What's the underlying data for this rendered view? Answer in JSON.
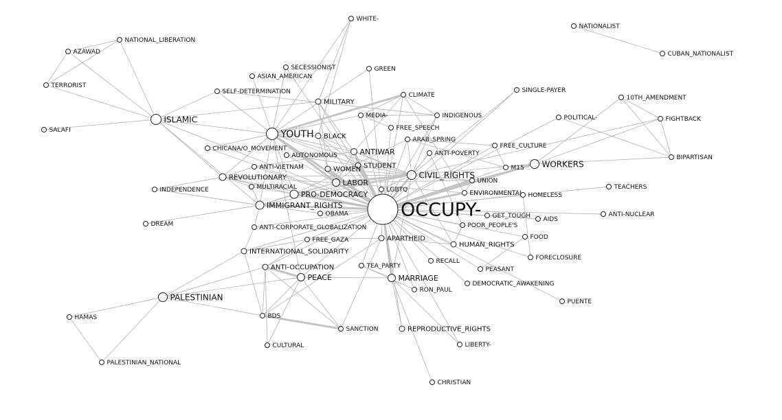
{
  "graph": {
    "type": "network",
    "nodes": [
      {
        "id": "OCCUPY-",
        "label": "OCCUPY-"
      },
      {
        "id": "WHITE-",
        "label": "WHITE-"
      },
      {
        "id": "NATIONALIST",
        "label": "NATIONALIST"
      },
      {
        "id": "CUBAN_NATIONALIST",
        "label": "CUBAN_NATIONALIST"
      },
      {
        "id": "NATIONAL_LIBERATION",
        "label": "NATIONAL_LIBERATION"
      },
      {
        "id": "AZAWAD",
        "label": "AZAWAD"
      },
      {
        "id": "TERRORIST",
        "label": "TERRORIST"
      },
      {
        "id": "SALAFI",
        "label": "SALAFI"
      },
      {
        "id": "ISLAMIC",
        "label": "ISLAMIC"
      },
      {
        "id": "SECESSIONIST",
        "label": "SECESSIONIST"
      },
      {
        "id": "GREEN",
        "label": "GREEN"
      },
      {
        "id": "ASIAN_AMERICAN",
        "label": "ASIAN_AMERICAN"
      },
      {
        "id": "SELF-DETERMINATION",
        "label": "SELF-DETERMINATION"
      },
      {
        "id": "MILITARY",
        "label": "MILITARY"
      },
      {
        "id": "CLIMATE",
        "label": "CLIMATE"
      },
      {
        "id": "SINGLE-PAYER",
        "label": "SINGLE-PAYER"
      },
      {
        "id": "10TH_AMENDMENT",
        "label": "10TH_AMENDMENT"
      },
      {
        "id": "MEDIA-",
        "label": "MEDIA-"
      },
      {
        "id": "INDIGENOUS",
        "label": "INDIGENOUS"
      },
      {
        "id": "POLITICAL-",
        "label": "POLITICAL-"
      },
      {
        "id": "FIGHTBACK",
        "label": "FIGHTBACK"
      },
      {
        "id": "FREE_SPEECH",
        "label": "FREE_SPEECH"
      },
      {
        "id": "YOUTH",
        "label": "YOUTH"
      },
      {
        "id": "BLACK",
        "label": "BLACK"
      },
      {
        "id": "ARAB_SPRING",
        "label": "ARAB_SPRING"
      },
      {
        "id": "FREE_CULTURE",
        "label": "FREE_CULTURE"
      },
      {
        "id": "CHICANA/O_MOVEMENT",
        "label": "CHICANA/O_MOVEMENT"
      },
      {
        "id": "AUTONOMOUS",
        "label": "AUTONOMOUS"
      },
      {
        "id": "ANTIWAR",
        "label": "ANTIWAR"
      },
      {
        "id": "ANTI-POVERTY",
        "label": "ANTI-POVERTY"
      },
      {
        "id": "BIPARTISAN",
        "label": "BIPARTISAN"
      },
      {
        "id": "ANTI-VIETNAM",
        "label": "ANTI-VIETNAM"
      },
      {
        "id": "STUDENT",
        "label": "STUDENT"
      },
      {
        "id": "M15",
        "label": "M15"
      },
      {
        "id": "WORKERS",
        "label": "WORKERS"
      },
      {
        "id": "WOMEN",
        "label": "WOMEN"
      },
      {
        "id": "CIVIL_RIGHTS",
        "label": "CIVIL_RIGHTS"
      },
      {
        "id": "REVOLUTIONARY",
        "label": "REVOLUTIONARY"
      },
      {
        "id": "UNION",
        "label": "UNION"
      },
      {
        "id": "LABOR",
        "label": "LABOR"
      },
      {
        "id": "INDEPENDENCE",
        "label": "INDEPENDENCE"
      },
      {
        "id": "MULTIRACIAL",
        "label": "MULTIRACIAL"
      },
      {
        "id": "TEACHERS",
        "label": "TEACHERS"
      },
      {
        "id": "LGBTQ",
        "label": "LGBTQ"
      },
      {
        "id": "ENVIRONMENTAL",
        "label": "ENVIRONMENTAL"
      },
      {
        "id": "PRO-DEMOCRACY",
        "label": "PRO-DEMOCRACY"
      },
      {
        "id": "HOMELESS",
        "label": "HOMELESS"
      },
      {
        "id": "IMMIGRANT_RIGHTS",
        "label": "IMMIGRANT_RIGHTS"
      },
      {
        "id": "OBAMA",
        "label": "OBAMA"
      },
      {
        "id": "ANTI-NUCLEAR",
        "label": "ANTI-NUCLEAR"
      },
      {
        "id": "GET_TOUGH",
        "label": "GET_TOUGH"
      },
      {
        "id": "AIDS",
        "label": "AIDS"
      },
      {
        "id": "DREAM",
        "label": "DREAM"
      },
      {
        "id": "ANTI-CORPORATE_GLOBALIZATION",
        "label": "ANTI-CORPORATE_GLOBALIZATION"
      },
      {
        "id": "POOR_PEOPLE'S",
        "label": "POOR_PEOPLE'S"
      },
      {
        "id": "FOOD",
        "label": "FOOD"
      },
      {
        "id": "FREE_GAZA",
        "label": "FREE_GAZA"
      },
      {
        "id": "APARTHEID",
        "label": "APARTHEID"
      },
      {
        "id": "HUMAN_RIGHTS",
        "label": "HUMAN_RIGHTS"
      },
      {
        "id": "INTERNATIONAL_SOLIDARITY",
        "label": "INTERNATIONAL_SOLIDARITY"
      },
      {
        "id": "FORECLOSURE",
        "label": "FORECLOSURE"
      },
      {
        "id": "RECALL",
        "label": "RECALL"
      },
      {
        "id": "ANTI-OCCUPATION",
        "label": "ANTI-OCCUPATION"
      },
      {
        "id": "TEA_PARTY",
        "label": "TEA_PARTY"
      },
      {
        "id": "PEASANT",
        "label": "PEASANT"
      },
      {
        "id": "PEACE",
        "label": "PEACE"
      },
      {
        "id": "MARRIAGE",
        "label": "MARRIAGE"
      },
      {
        "id": "DEMOCRATIC_AWAKENING",
        "label": "DEMOCRATIC_AWAKENING"
      },
      {
        "id": "RON_PAUL",
        "label": "RON_PAUL"
      },
      {
        "id": "PALESTINIAN",
        "label": "PALESTINIAN"
      },
      {
        "id": "PUENTE",
        "label": "PUENTE"
      },
      {
        "id": "HAMAS",
        "label": "HAMAS"
      },
      {
        "id": "BDS",
        "label": "BDS"
      },
      {
        "id": "SANCTION",
        "label": "SANCTION"
      },
      {
        "id": "REPRODUCTIVE_RIGHTS",
        "label": "REPRODUCTIVE_RIGHTS"
      },
      {
        "id": "CULTURAL",
        "label": "CULTURAL"
      },
      {
        "id": "LIBERTY-",
        "label": "LIBERTY-"
      },
      {
        "id": "PALESTINIAN_NATIONAL",
        "label": "PALESTINIAN_NATIONAL"
      },
      {
        "id": "CHRISTIAN",
        "label": "CHRISTIAN"
      }
    ],
    "edges": [
      [
        "NATIONALIST",
        "CUBAN_NATIONALIST"
      ],
      [
        "AZAWAD",
        "NATIONAL_LIBERATION"
      ],
      [
        "AZAWAD",
        "TERRORIST"
      ],
      [
        "AZAWAD",
        "ISLAMIC"
      ],
      [
        "TERRORIST",
        "NATIONAL_LIBERATION"
      ],
      [
        "TERRORIST",
        "ISLAMIC"
      ],
      [
        "NATIONAL_LIBERATION",
        "ISLAMIC"
      ],
      [
        "SALAFI",
        "ISLAMIC"
      ],
      [
        "ISLAMIC",
        "YOUTH"
      ],
      [
        "ISLAMIC",
        "SELF-DETERMINATION"
      ],
      [
        "ISLAMIC",
        "REVOLUTIONARY"
      ],
      [
        "ISLAMIC",
        "IMMIGRANT_RIGHTS"
      ],
      [
        "ISLAMIC",
        "OCCUPY-"
      ],
      [
        "ISLAMIC",
        "MILITARY"
      ],
      [
        "WHITE-",
        "YOUTH"
      ],
      [
        "WHITE-",
        "MILITARY"
      ],
      [
        "10TH_AMENDMENT",
        "FIGHTBACK"
      ],
      [
        "10TH_AMENDMENT",
        "BIPARTISAN"
      ],
      [
        "10TH_AMENDMENT",
        "WORKERS"
      ],
      [
        "FIGHTBACK",
        "BIPARTISAN"
      ],
      [
        "FIGHTBACK",
        "WORKERS"
      ],
      [
        "FIGHTBACK",
        "CIVIL_RIGHTS"
      ],
      [
        "BIPARTISAN",
        "WORKERS"
      ],
      [
        "BIPARTISAN",
        "POLITICAL-"
      ],
      [
        "WORKERS",
        "OCCUPY-"
      ],
      [
        "WORKERS",
        "M15"
      ],
      [
        "WORKERS",
        "CIVIL_RIGHTS"
      ],
      [
        "WORKERS",
        "UNION"
      ],
      [
        "PALESTINIAN",
        "HAMAS"
      ],
      [
        "PALESTINIAN",
        "PALESTINIAN_NATIONAL"
      ],
      [
        "PALESTINIAN",
        "BDS"
      ],
      [
        "PALESTINIAN",
        "ANTI-OCCUPATION"
      ],
      [
        "PALESTINIAN",
        "INTERNATIONAL_SOLIDARITY"
      ],
      [
        "PALESTINIAN",
        "PEACE"
      ],
      [
        "HAMAS",
        "PALESTINIAN_NATIONAL"
      ],
      [
        "BDS",
        "PEACE"
      ],
      [
        "BDS",
        "ANTI-OCCUPATION"
      ],
      [
        "BDS",
        "SANCTION"
      ],
      [
        "BDS",
        "APARTHEID"
      ],
      [
        "BDS",
        "INTERNATIONAL_SOLIDARITY"
      ],
      [
        "CULTURAL",
        "PEACE"
      ],
      [
        "CULTURAL",
        "ANTI-OCCUPATION"
      ],
      [
        "SANCTION",
        "PEACE"
      ],
      [
        "SANCTION",
        "APARTHEID"
      ],
      [
        "SANCTION",
        "ANTI-OCCUPATION"
      ],
      [
        "ANTI-OCCUPATION",
        "PEACE"
      ],
      [
        "ANTI-OCCUPATION",
        "OCCUPY-"
      ],
      [
        "ANTI-OCCUPATION",
        "FREE_GAZA"
      ],
      [
        "PEACE",
        "MARRIAGE"
      ],
      [
        "PEACE",
        "OCCUPY-"
      ],
      [
        "PEACE",
        "YOUTH"
      ],
      [
        "REPRODUCTIVE_RIGHTS",
        "MARRIAGE"
      ],
      [
        "REPRODUCTIVE_RIGHTS",
        "OCCUPY-"
      ],
      [
        "CHRISTIAN",
        "MARRIAGE"
      ],
      [
        "LIBERTY-",
        "MARRIAGE"
      ],
      [
        "LIBERTY-",
        "OCCUPY-"
      ],
      [
        "MARRIAGE",
        "OCCUPY-"
      ],
      [
        "MARRIAGE",
        "CIVIL_RIGHTS"
      ],
      [
        "MARRIAGE",
        "TEA_PARTY"
      ],
      [
        "MARRIAGE",
        "LGBTQ"
      ],
      [
        "RON_PAUL",
        "OCCUPY-"
      ],
      [
        "RON_PAUL",
        "TEA_PARTY"
      ],
      [
        "TEA_PARTY",
        "OCCUPY-"
      ],
      [
        "RECALL",
        "OCCUPY-"
      ],
      [
        "DEMOCRATIC_AWAKENING",
        "OCCUPY-"
      ],
      [
        "PEASANT",
        "OCCUPY-"
      ],
      [
        "PUENTE",
        "OCCUPY-"
      ],
      [
        "FORECLOSURE",
        "OCCUPY-"
      ],
      [
        "FOOD",
        "OCCUPY-"
      ],
      [
        "HUMAN_RIGHTS",
        "OCCUPY-"
      ],
      [
        "APARTHEID",
        "OCCUPY-"
      ],
      [
        "POOR_PEOPLE'S",
        "OCCUPY-"
      ],
      [
        "AIDS",
        "OCCUPY-"
      ],
      [
        "GET_TOUGH",
        "OCCUPY-"
      ],
      [
        "ANTI-NUCLEAR",
        "OCCUPY-"
      ],
      [
        "HOMELESS",
        "OCCUPY-"
      ],
      [
        "TEACHERS",
        "OCCUPY-"
      ],
      [
        "ENVIRONMENTAL",
        "OCCUPY-"
      ],
      [
        "UNION",
        "OCCUPY-"
      ],
      [
        "M15",
        "OCCUPY-"
      ],
      [
        "CIVIL_RIGHTS",
        "OCCUPY-"
      ],
      [
        "FREE_CULTURE",
        "OCCUPY-"
      ],
      [
        "POLITICAL-",
        "OCCUPY-"
      ],
      [
        "SINGLE-PAYER",
        "OCCUPY-"
      ],
      [
        "ANTI-POVERTY",
        "OCCUPY-"
      ],
      [
        "ARAB_SPRING",
        "OCCUPY-"
      ],
      [
        "INDIGENOUS",
        "OCCUPY-"
      ],
      [
        "CLIMATE",
        "OCCUPY-"
      ],
      [
        "FREE_SPEECH",
        "OCCUPY-"
      ],
      [
        "MEDIA-",
        "OCCUPY-"
      ],
      [
        "ANTIWAR",
        "OCCUPY-"
      ],
      [
        "STUDENT",
        "OCCUPY-"
      ],
      [
        "WOMEN",
        "OCCUPY-"
      ],
      [
        "LABOR",
        "OCCUPY-"
      ],
      [
        "LGBTQ",
        "OCCUPY-"
      ],
      [
        "PRO-DEMOCRACY",
        "OCCUPY-"
      ],
      [
        "OBAMA",
        "OCCUPY-"
      ],
      [
        "IMMIGRANT_RIGHTS",
        "OCCUPY-"
      ],
      [
        "ANTI-CORPORATE_GLOBALIZATION",
        "OCCUPY-"
      ],
      [
        "FREE_GAZA",
        "OCCUPY-"
      ],
      [
        "INTERNATIONAL_SOLIDARITY",
        "OCCUPY-"
      ],
      [
        "MULTIRACIAL",
        "OCCUPY-"
      ],
      [
        "REVOLUTIONARY",
        "OCCUPY-"
      ],
      [
        "ANTI-VIETNAM",
        "OCCUPY-"
      ],
      [
        "AUTONOMOUS",
        "OCCUPY-"
      ],
      [
        "BLACK",
        "OCCUPY-"
      ],
      [
        "YOUTH",
        "OCCUPY-"
      ],
      [
        "MILITARY",
        "OCCUPY-"
      ],
      [
        "GREEN",
        "OCCUPY-"
      ],
      [
        "SECESSIONIST",
        "OCCUPY-"
      ],
      [
        "CHICANA/O_MOVEMENT",
        "OCCUPY-"
      ],
      [
        "DREAM",
        "IMMIGRANT_RIGHTS"
      ],
      [
        "INDEPENDENCE",
        "REVOLUTIONARY"
      ],
      [
        "INDEPENDENCE",
        "IMMIGRANT_RIGHTS"
      ],
      [
        "YOUTH",
        "CLIMATE"
      ],
      [
        "YOUTH",
        "BLACK"
      ],
      [
        "YOUTH",
        "LABOR"
      ],
      [
        "YOUTH",
        "ANTIWAR"
      ],
      [
        "YOUTH",
        "MEDIA-"
      ],
      [
        "YOUTH",
        "SELF-DETERMINATION"
      ],
      [
        "YOUTH",
        "ASIAN_AMERICAN"
      ],
      [
        "YOUTH",
        "SECESSIONIST"
      ],
      [
        "YOUTH",
        "IMMIGRANT_RIGHTS"
      ],
      [
        "YOUTH",
        "CIVIL_RIGHTS"
      ],
      [
        "YOUTH",
        "STUDENT"
      ],
      [
        "YOUTH",
        "REVOLUTIONARY"
      ],
      [
        "YOUTH",
        "CHICANA/O_MOVEMENT"
      ],
      [
        "YOUTH",
        "PRO-DEMOCRACY"
      ],
      [
        "CIVIL_RIGHTS",
        "LABOR"
      ],
      [
        "CIVIL_RIGHTS",
        "STUDENT"
      ],
      [
        "CIVIL_RIGHTS",
        "ANTIWAR"
      ],
      [
        "CIVIL_RIGHTS",
        "WOMEN"
      ],
      [
        "CIVIL_RIGHTS",
        "BLACK"
      ],
      [
        "CIVIL_RIGHTS",
        "IMMIGRANT_RIGHTS"
      ],
      [
        "CIVIL_RIGHTS",
        "SINGLE-PAYER"
      ],
      [
        "CIVIL_RIGHTS",
        "INDIGENOUS"
      ],
      [
        "CIVIL_RIGHTS",
        "ARAB_SPRING"
      ],
      [
        "CIVIL_RIGHTS",
        "HUMAN_RIGHTS"
      ],
      [
        "CIVIL_RIGHTS",
        "PRO-DEMOCRACY"
      ],
      [
        "CIVIL_RIGHTS",
        "UNION"
      ],
      [
        "CIVIL_RIGHTS",
        "ANTI-POVERTY"
      ],
      [
        "CIVIL_RIGHTS",
        "LGBTQ"
      ],
      [
        "CIVIL_RIGHTS",
        "REVOLUTIONARY"
      ],
      [
        "LABOR",
        "IMMIGRANT_RIGHTS"
      ],
      [
        "LABOR",
        "UNION"
      ],
      [
        "LABOR",
        "STUDENT"
      ],
      [
        "LABOR",
        "WOMEN"
      ],
      [
        "LABOR",
        "ANTIWAR"
      ],
      [
        "LABOR",
        "PRO-DEMOCRACY"
      ],
      [
        "LABOR",
        "ENVIRONMENTAL"
      ],
      [
        "LABOR",
        "REVOLUTIONARY"
      ],
      [
        "PRO-DEMOCRACY",
        "IMMIGRANT_RIGHTS"
      ],
      [
        "PRO-DEMOCRACY",
        "ARAB_SPRING"
      ],
      [
        "PRO-DEMOCRACY",
        "REVOLUTIONARY"
      ],
      [
        "ANTIWAR",
        "STUDENT"
      ],
      [
        "ANTIWAR",
        "MILITARY"
      ],
      [
        "ANTIWAR",
        "ANTI-VIETNAM"
      ],
      [
        "ANTIWAR",
        "CLIMATE"
      ],
      [
        "MEDIA-",
        "CLIMATE"
      ],
      [
        "MEDIA-",
        "INDIGENOUS"
      ],
      [
        "MEDIA-",
        "FREE_SPEECH"
      ],
      [
        "CLIMATE",
        "ENVIRONMENTAL"
      ],
      [
        "CLIMATE",
        "INDIGENOUS"
      ],
      [
        "ENVIRONMENTAL",
        "HOMELESS"
      ],
      [
        "ENVIRONMENTAL",
        "UNION"
      ],
      [
        "APARTHEID",
        "FREE_GAZA"
      ],
      [
        "APARTHEID",
        "HUMAN_RIGHTS"
      ],
      [
        "INTERNATIONAL_SOLIDARITY",
        "FREE_GAZA"
      ],
      [
        "INTERNATIONAL_SOLIDARITY",
        "ANTI-CORPORATE_GLOBALIZATION"
      ],
      [
        "IMMIGRANT_RIGHTS",
        "ANTI-CORPORATE_GLOBALIZATION"
      ],
      [
        "IMMIGRANT_RIGHTS",
        "MULTIRACIAL"
      ],
      [
        "IMMIGRANT_RIGHTS",
        "OBAMA"
      ],
      [
        "REVOLUTIONARY",
        "ANTI-VIETNAM"
      ],
      [
        "REVOLUTIONARY",
        "MULTIRACIAL"
      ],
      [
        "POOR_PEOPLE'S",
        "HUMAN_RIGHTS"
      ],
      [
        "POOR_PEOPLE'S",
        "ANTI-POVERTY"
      ],
      [
        "FOOD",
        "PEASANT"
      ],
      [
        "FORECLOSURE",
        "HOMELESS"
      ],
      [
        "GET_TOUGH",
        "AIDS"
      ],
      [
        "SELF-DETERMINATION",
        "INDIGENOUS"
      ],
      [
        "MILITARY",
        "WOMEN"
      ],
      [
        "BLACK",
        "WOMEN"
      ],
      [
        "BLACK",
        "STUDENT"
      ],
      [
        "AUTONOMOUS",
        "STUDENT"
      ],
      [
        "FREE_CULTURE",
        "M15"
      ],
      [
        "FREE_CULTURE",
        "ARAB_SPRING"
      ],
      [
        "M15",
        "ARAB_SPRING"
      ],
      [
        "GREEN",
        "YOUTH"
      ],
      [
        "WHITE-",
        "BLACK"
      ]
    ],
    "thick_edges": [
      [
        "YOUTH",
        "CLIMATE"
      ],
      [
        "ANTI-OCCUPATION",
        "PEACE"
      ],
      [
        "BDS",
        "SANCTION"
      ],
      [
        "CIVIL_RIGHTS",
        "OCCUPY-"
      ],
      [
        "LABOR",
        "OCCUPY-"
      ],
      [
        "PRO-DEMOCRACY",
        "OCCUPY-"
      ],
      [
        "IMMIGRANT_RIGHTS",
        "OCCUPY-"
      ],
      [
        "YOUTH",
        "OCCUPY-"
      ],
      [
        "UNION",
        "OCCUPY-"
      ],
      [
        "WORKERS",
        "OCCUPY-"
      ],
      [
        "ENVIRONMENTAL",
        "OCCUPY-"
      ],
      [
        "MARRIAGE",
        "OCCUPY-"
      ],
      [
        "LGBTQ",
        "OCCUPY-"
      ],
      [
        "WOMEN",
        "OCCUPY-"
      ],
      [
        "STUDENT",
        "OCCUPY-"
      ],
      [
        "ANTIWAR",
        "OCCUPY-"
      ],
      [
        "CIVIL_RIGHTS",
        "LABOR"
      ],
      [
        "YOUTH",
        "LABOR"
      ]
    ]
  }
}
